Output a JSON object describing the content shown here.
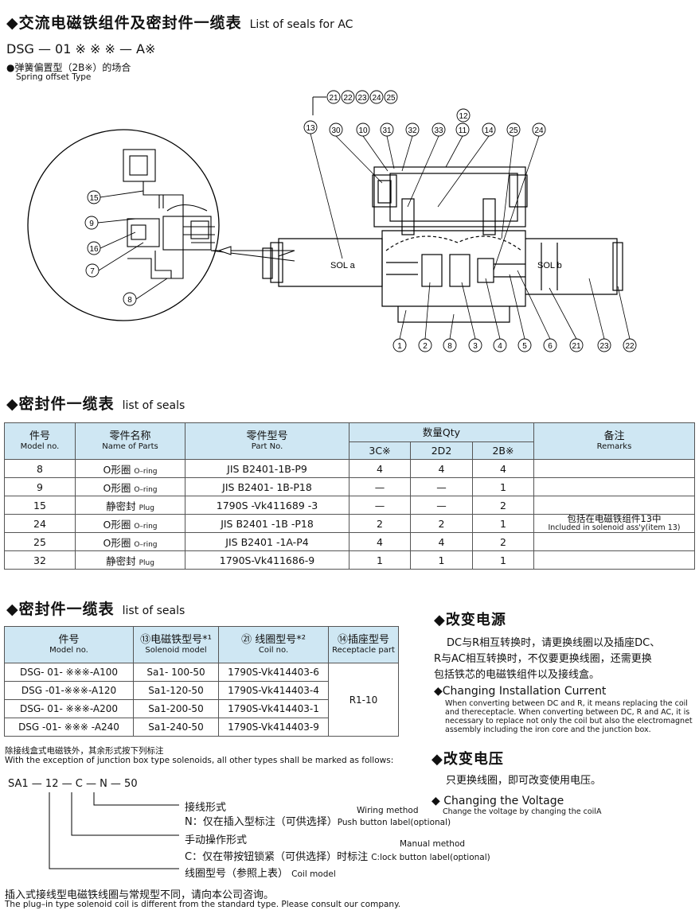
{
  "section1": {
    "title_cn": "◆交流电磁铁组件及密封件一缆表",
    "title_en": "List of seals for AC",
    "model": "DSG — 01 ※ ※ ※ — A※",
    "subtitle_cn": "●弹簧偏置型（2B※）的场合",
    "subtitle_en": "Spring offset Type"
  },
  "diagram": {
    "callouts_top": [
      "21",
      "22",
      "23",
      "24",
      "25"
    ],
    "callouts_row2": [
      "13",
      "30",
      "10",
      "31",
      "32",
      "33",
      "11",
      "14",
      "25",
      "24"
    ],
    "callout_12": "12",
    "callouts_bottom": [
      "1",
      "2",
      "8",
      "3",
      "4",
      "5",
      "6",
      "21",
      "23",
      "22"
    ],
    "callouts_detail": [
      "15",
      "9",
      "16",
      "7",
      "8"
    ],
    "sol_a": "SOL a",
    "sol_b": "SOL b"
  },
  "table1": {
    "heading_cn": "◆密封件一缆表",
    "heading_en": "list of seals",
    "headers": {
      "model_cn": "件号",
      "model_en": "Model no.",
      "name_cn": "零件名称",
      "name_en": "Name of Parts",
      "part_cn": "零件型号",
      "part_en": "Part No.",
      "qty": "数量Qty",
      "qty_cols": [
        "3C※",
        "2D2",
        "2B※"
      ],
      "remarks_cn": "备注",
      "remarks_en": "Remarks"
    },
    "rows": [
      {
        "model": "8",
        "name": "O形圈",
        "name_en": "O–ring",
        "part": "JIS  B2401-1B-P9",
        "q1": "4",
        "q2": "4",
        "q3": "4"
      },
      {
        "model": "9",
        "name": "O形圈",
        "name_en": "O–ring",
        "part": "JIS  B2401- 1B-P18",
        "q1": "—",
        "q2": "—",
        "q3": "1"
      },
      {
        "model": "15",
        "name": "静密封",
        "name_en": "Plug",
        "part": "1790S -Vk411689 -3",
        "q1": "—",
        "q2": "—",
        "q3": "2"
      },
      {
        "model": "24",
        "name": "O形圈",
        "name_en": "O–ring",
        "part": "JIS  B2401 -1B -P18",
        "q1": "2",
        "q2": "2",
        "q3": "1"
      },
      {
        "model": "25",
        "name": "O形圈",
        "name_en": "O–ring",
        "part": "JIS  B2401 -1A-P4",
        "q1": "4",
        "q2": "4",
        "q3": "2"
      },
      {
        "model": "32",
        "name": "静密封",
        "name_en": "Plug",
        "part": "1790S-Vk411686-9",
        "q1": "1",
        "q2": "1",
        "q3": "1"
      }
    ],
    "remark_cn": "包括在电磁铁组件13中",
    "remark_en": "Included in solenoid ass'y(item 13)"
  },
  "table2": {
    "heading_cn": "◆密封件一缆表",
    "heading_en": "list of seals",
    "headers": {
      "model_cn": "件号",
      "model_en": "Model no.",
      "sol_cn": "⑬电磁铁型号*¹",
      "sol_en": "Solenoid model",
      "coil_cn": "㉑ 线圈型号*²",
      "coil_en": "Coil no.",
      "rec_cn": "⑭插座型号",
      "rec_en": "Receptacle part"
    },
    "rows": [
      {
        "model": "DSG- 01- ※※※-A100",
        "sol": "Sa1- 100-50",
        "coil": "1790S-Vk414403-6"
      },
      {
        "model": "DSG -01-※※※-A120",
        "sol": "Sa1-120-50",
        "coil": "1790S-Vk414403-4"
      },
      {
        "model": "DSG- 01- ※※※-A200",
        "sol": "Sa1-200-50",
        "coil": "1790S-Vk414403-1"
      },
      {
        "model": "DSG -01- ※※※ -A240",
        "sol": "Sa1-240-50",
        "coil": "1790S-Vk414403-9"
      }
    ],
    "receptacle": "R1-10",
    "note_cn": "除接线盒式电磁铁外，其余形式按下列标注",
    "note_en": "With the exception of junction box type solenoids, all other types shall be marked as follows:"
  },
  "code_breakdown": {
    "code": "SA1 — 12 — C — N — 50",
    "wiring_cn": "接线形式",
    "wiring_en": "Wiring method",
    "n_cn": "N：仅在插入型标注（可供选择）",
    "n_en": "Push button label(optional)",
    "manual_cn": "手动操作形式",
    "manual_en": "Manual method",
    "c_cn": "C：仅在带按钮锁紧（可供选择）时标注",
    "c_en": "C:lock button label(optional)",
    "coil_cn": "线圈型号（参照上表）",
    "coil_en": "Coil model"
  },
  "footer": {
    "cn": "插入式接线型电磁铁线圈与常规型不同，请向本公司咨询。",
    "en": "The plug–in type solenoid coil is different from the standard type. Please consult our company."
  },
  "power": {
    "title_cn": "◆改变电源",
    "body_cn_1": "DC与R相互转换时，请更换线圈以及插座DC、",
    "body_cn_2": "R与AC相互转换时，不仅要更换线圈，还需更换",
    "body_cn_3": "包括铁芯的电磁铁组件以及接线盒。",
    "title_en": "◆Changing Installation Current",
    "body_en_1": "When converting between DC and R, it means replacing the coil",
    "body_en_2": "and thereceptacle. When converting between DC, R and AC, it is",
    "body_en_3": "necessary to replace not only the coil but also the electromagnet",
    "body_en_4": "assembly including the iron core and the junction box."
  },
  "voltage": {
    "title_cn": "◆改变电压",
    "body_cn": "只更换线圈，即可改变使用电压。",
    "title_en": "◆ Changing the Voltage",
    "body_en": "Change the voltage by changing the coilA"
  }
}
